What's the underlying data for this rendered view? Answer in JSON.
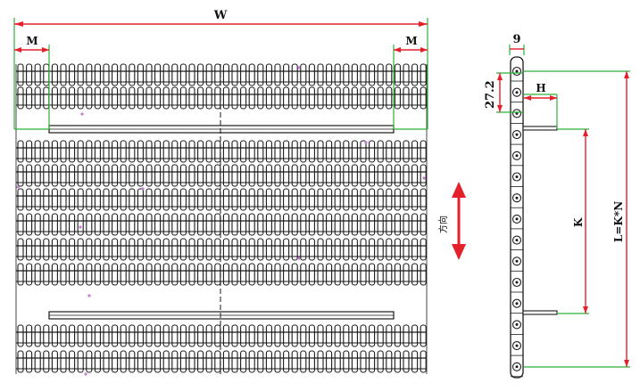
{
  "labels": {
    "width": "W",
    "margin_left": "M",
    "margin_right": "M",
    "thickness": "9",
    "pitch": "27.2",
    "flight_height": "H",
    "flight_spacing": "K",
    "length": "L=K*N",
    "direction": "方向"
  },
  "colors": {
    "dimension": "#e5202a",
    "extension": "#2bb03a",
    "belt": "#1a1a1a",
    "accent_dot": "#c77ad8"
  }
}
